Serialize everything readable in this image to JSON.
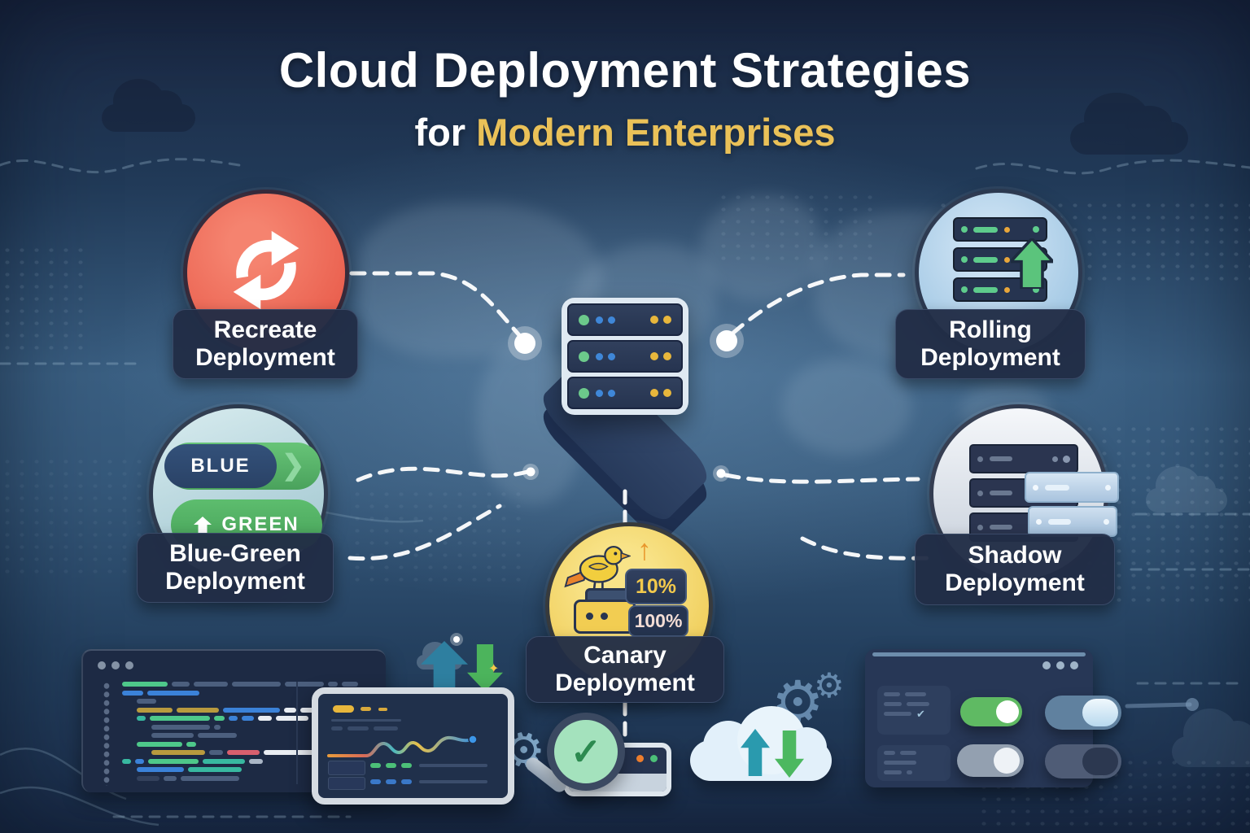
{
  "title": {
    "line1": "Cloud Deployment Strategies",
    "line2_prefix": "for",
    "line2_highlight": "Modern Enterprises"
  },
  "strategies": {
    "recreate": {
      "label_line1": "Recreate",
      "label_line2": "Deployment",
      "icon": "sync-arrows-icon"
    },
    "rolling": {
      "label_line1": "Rolling",
      "label_line2": "Deployment",
      "icon": "server-stack-up-arrow-icon"
    },
    "blue_green": {
      "label_line1": "Blue-Green",
      "label_line2": "Deployment",
      "icon": "blue-green-pills-icon",
      "pill_blue": "BLUE",
      "pill_green": "GREEN"
    },
    "shadow": {
      "label_line1": "Shadow",
      "label_line2": "Deployment",
      "icon": "shadow-server-stack-icon"
    },
    "canary": {
      "label_line1": "Canary",
      "label_line2": "Deployment",
      "icon": "canary-bird-icon",
      "traffic_small": "10%",
      "traffic_full": "100%"
    }
  },
  "center": {
    "icon": "server-stack-icon"
  },
  "glyphs": {
    "gear": "⚙",
    "check": "✓",
    "small_check": "✔",
    "sparkle": "✦",
    "chevron": "❯",
    "up_arrow": "↑"
  },
  "footer_icons": {
    "code_window": "code-editor-window",
    "dashboard": "metrics-dashboard-tablet",
    "validation": "magnifier-check-icon",
    "cloud_sync": "cloud-upload-download-icon",
    "settings_window": "settings-toggles-window"
  },
  "colors": {
    "background_top": "#1a2742",
    "steel_blue": "#3c5f81",
    "label_navy": "#212d46",
    "gold": "#eac158",
    "recreate_red": "#ec6350",
    "rolling_blue": "#aecfeb",
    "canary_yellow": "#f4d667",
    "green": "#55b968",
    "toggle_green": "#62bb66",
    "check_green": "#2c8a50",
    "connector_white": "#ffffff",
    "code": {
      "green": "#4ec88a",
      "blue": "#3b82d8",
      "slate": "#4c5f7e",
      "olive": "#b89a3e",
      "teal": "#38b8a0",
      "white": "#e9edf2",
      "red": "#d85f6e",
      "lightgray": "#aab6c6",
      "blob": "#33415c"
    }
  },
  "decor": {
    "code_lines": [
      {
        "indent": 0,
        "seg": [
          [
            "green",
            56
          ],
          [
            "slate",
            22
          ],
          [
            "slate",
            42
          ],
          [
            "slate",
            60
          ],
          [
            "slate",
            48
          ],
          [
            "slate",
            12
          ],
          [
            "slate",
            20
          ]
        ]
      },
      {
        "indent": 0,
        "seg": [
          [
            "blue",
            26
          ],
          [
            "blue",
            64
          ]
        ]
      },
      {
        "indent": 1,
        "seg": [
          [
            "slate",
            24
          ]
        ]
      },
      {
        "indent": 1,
        "seg": [
          [
            "olive",
            44
          ],
          [
            "olive",
            52
          ],
          [
            "blue",
            70
          ],
          [
            "white",
            15
          ],
          [
            "white",
            17
          ]
        ]
      },
      {
        "indent": 1,
        "seg": [
          [
            "teal",
            11
          ],
          [
            "green",
            74
          ],
          [
            "green",
            13
          ],
          [
            "blue",
            11
          ],
          [
            "blue",
            15
          ],
          [
            "white",
            17
          ],
          [
            "white",
            40
          ],
          [
            "teal",
            15
          ]
        ]
      },
      {
        "indent": 2,
        "seg": [
          [
            "slate",
            72
          ],
          [
            "slate",
            8
          ]
        ]
      },
      {
        "indent": 2,
        "seg": [
          [
            "slate",
            52
          ],
          [
            "slate",
            48
          ]
        ]
      },
      {
        "indent": 1,
        "seg": [
          [
            "green",
            56
          ],
          [
            "green",
            12
          ]
        ]
      },
      {
        "indent": 2,
        "seg": [
          [
            "olive",
            66
          ],
          [
            "slate",
            17
          ],
          [
            "red",
            40
          ],
          [
            "white",
            80
          ]
        ]
      },
      {
        "indent": 0,
        "seg": [
          [
            "teal",
            11
          ],
          [
            "blue",
            11
          ],
          [
            "green",
            62
          ],
          [
            "teal",
            52
          ],
          [
            "lightgray",
            17
          ]
        ]
      },
      {
        "indent": 1,
        "seg": [
          [
            "blue",
            58
          ],
          [
            "teal",
            66
          ]
        ]
      },
      {
        "indent": 1,
        "seg": [
          [
            "blob",
            28
          ],
          [
            "slate",
            16
          ],
          [
            "slate",
            72
          ]
        ]
      }
    ]
  }
}
